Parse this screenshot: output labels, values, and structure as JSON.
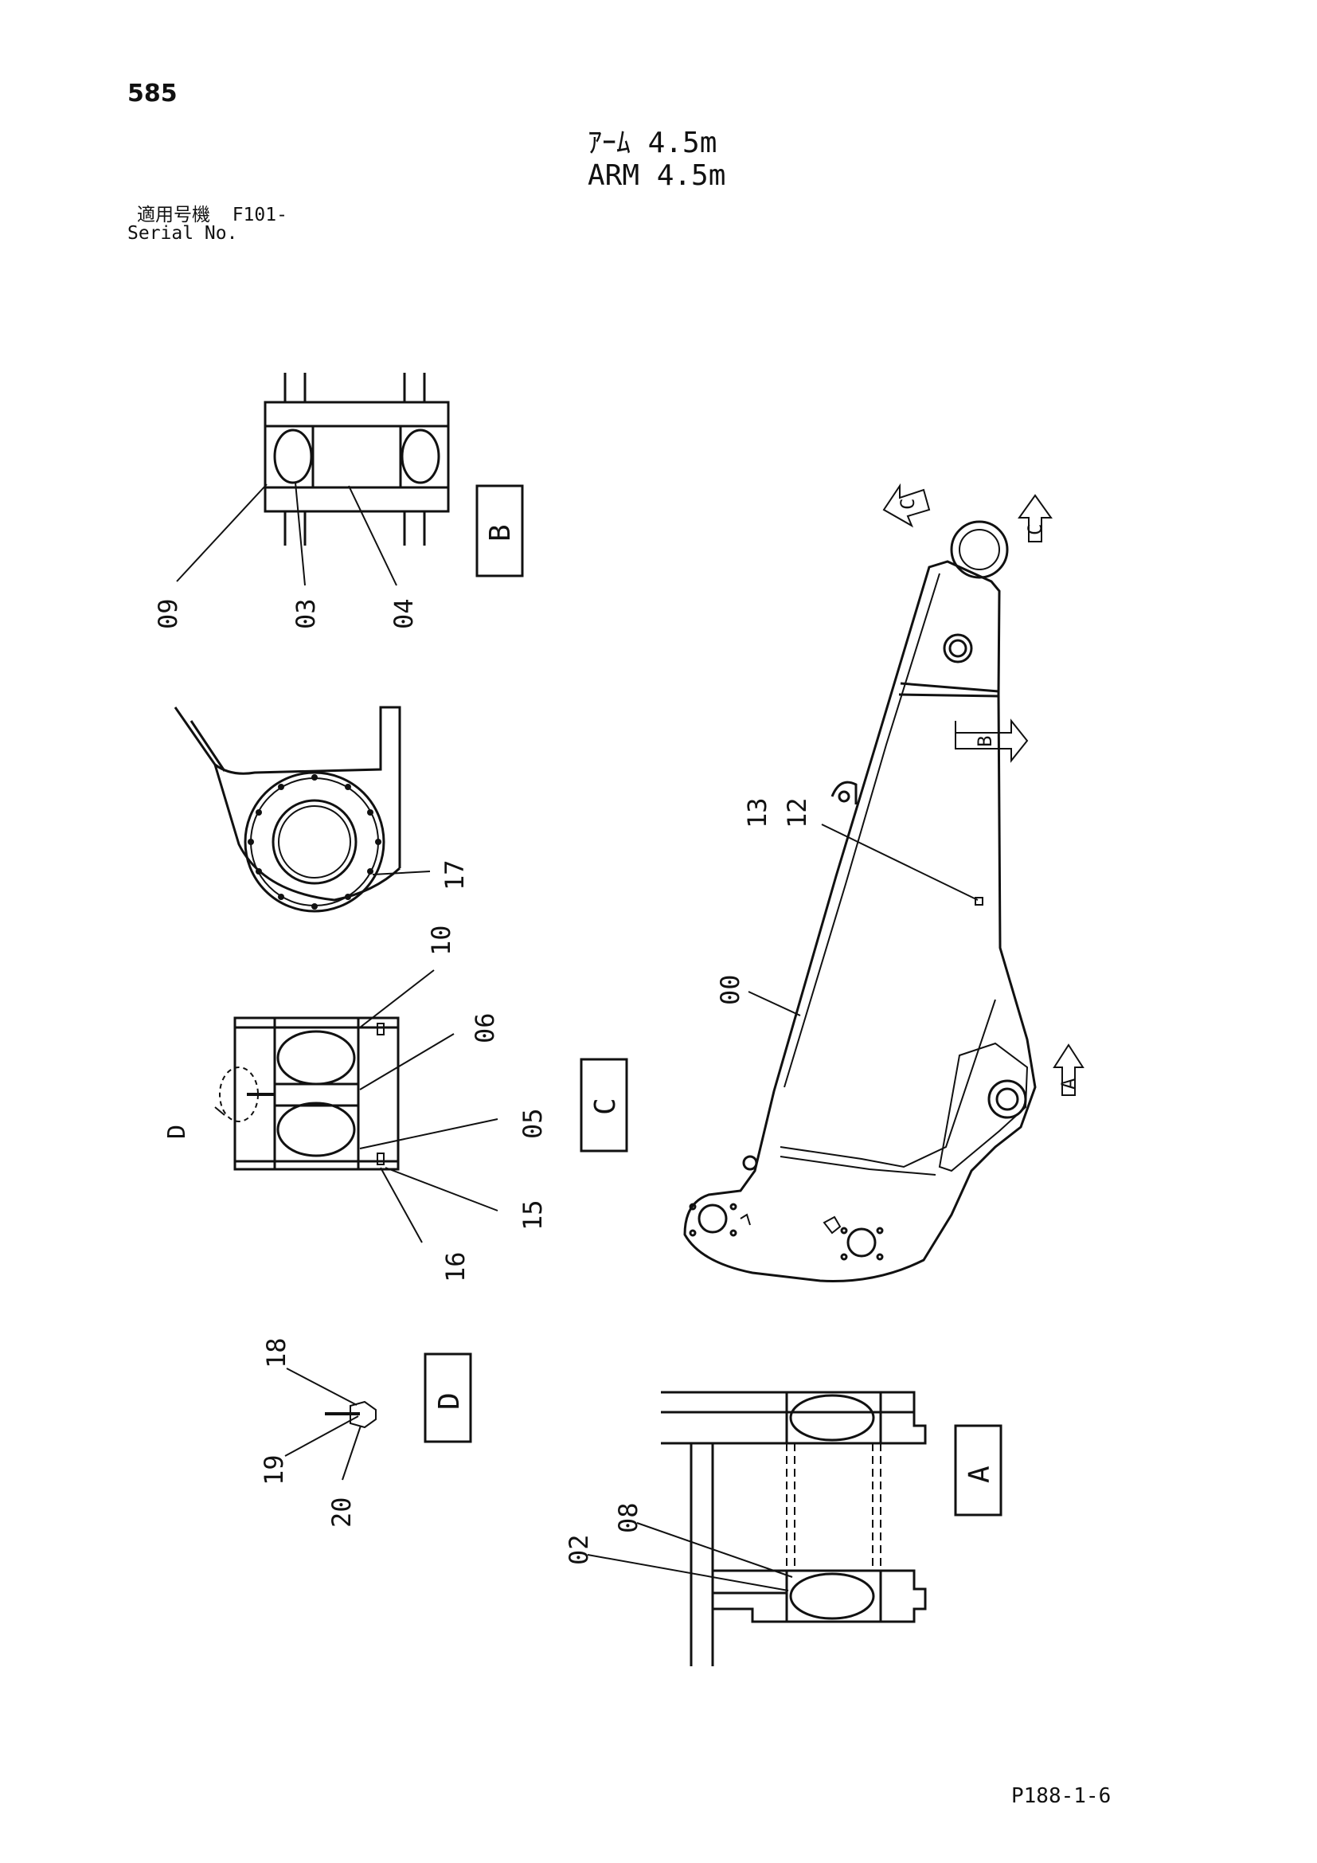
{
  "page_number": "585",
  "title": {
    "jp": "ｱｰﾑ 4.5m",
    "en": "ARM 4.5m"
  },
  "serial": {
    "jp_label": "適用号機",
    "value": "F101-",
    "en_label": "Serial No."
  },
  "footer_code": "P188-1-6",
  "views": {
    "A": "A",
    "B": "B",
    "C": "C",
    "D": "D"
  },
  "callouts": {
    "c00": "00",
    "c02": "02",
    "c03": "03",
    "c04": "04",
    "c05": "05",
    "c06": "06",
    "c08": "08",
    "c09": "09",
    "c10": "10",
    "c12": "12",
    "c13": "13",
    "c15": "15",
    "c16": "16",
    "c17": "17",
    "c18": "18",
    "c19": "19",
    "c20": "20"
  }
}
